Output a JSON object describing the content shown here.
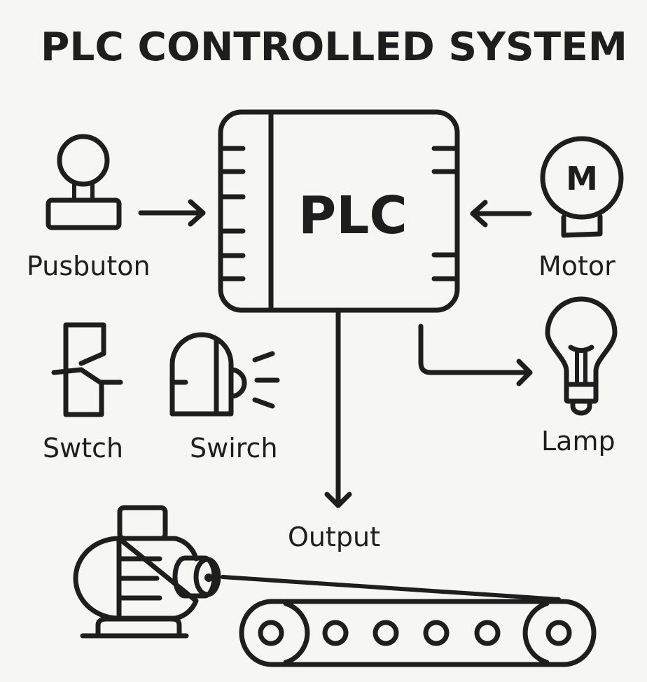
{
  "diagram": {
    "title": "PLC CONTROLLED SYSTEM",
    "colors": {
      "background": "#f6f6f4",
      "ink": "#1e1e1e"
    },
    "controller": {
      "label": "PLC",
      "left_terminals": 6,
      "right_terminals": 4
    },
    "components": {
      "pushbutton": {
        "label": "Pusbuton",
        "icon": "pushbutton-icon"
      },
      "motor": {
        "label": "Motor",
        "icon": "motor-icon",
        "glyph": "M"
      },
      "switch_contact": {
        "label": "Swtch",
        "icon": "switch-contact-icon"
      },
      "switch_sensor": {
        "label": "Swirch",
        "icon": "proximity-switch-icon"
      },
      "lamp": {
        "label": "Lamp",
        "icon": "lightbulb-icon"
      },
      "output": {
        "label": "Output",
        "icon": "motor-conveyor-icon"
      }
    },
    "connections": [
      {
        "from": "pushbutton",
        "to": "controller"
      },
      {
        "from": "motor",
        "to": "controller"
      },
      {
        "from": "controller",
        "to": "lamp"
      },
      {
        "from": "controller",
        "to": "output"
      }
    ],
    "conveyor": {
      "rollers": 6
    }
  }
}
